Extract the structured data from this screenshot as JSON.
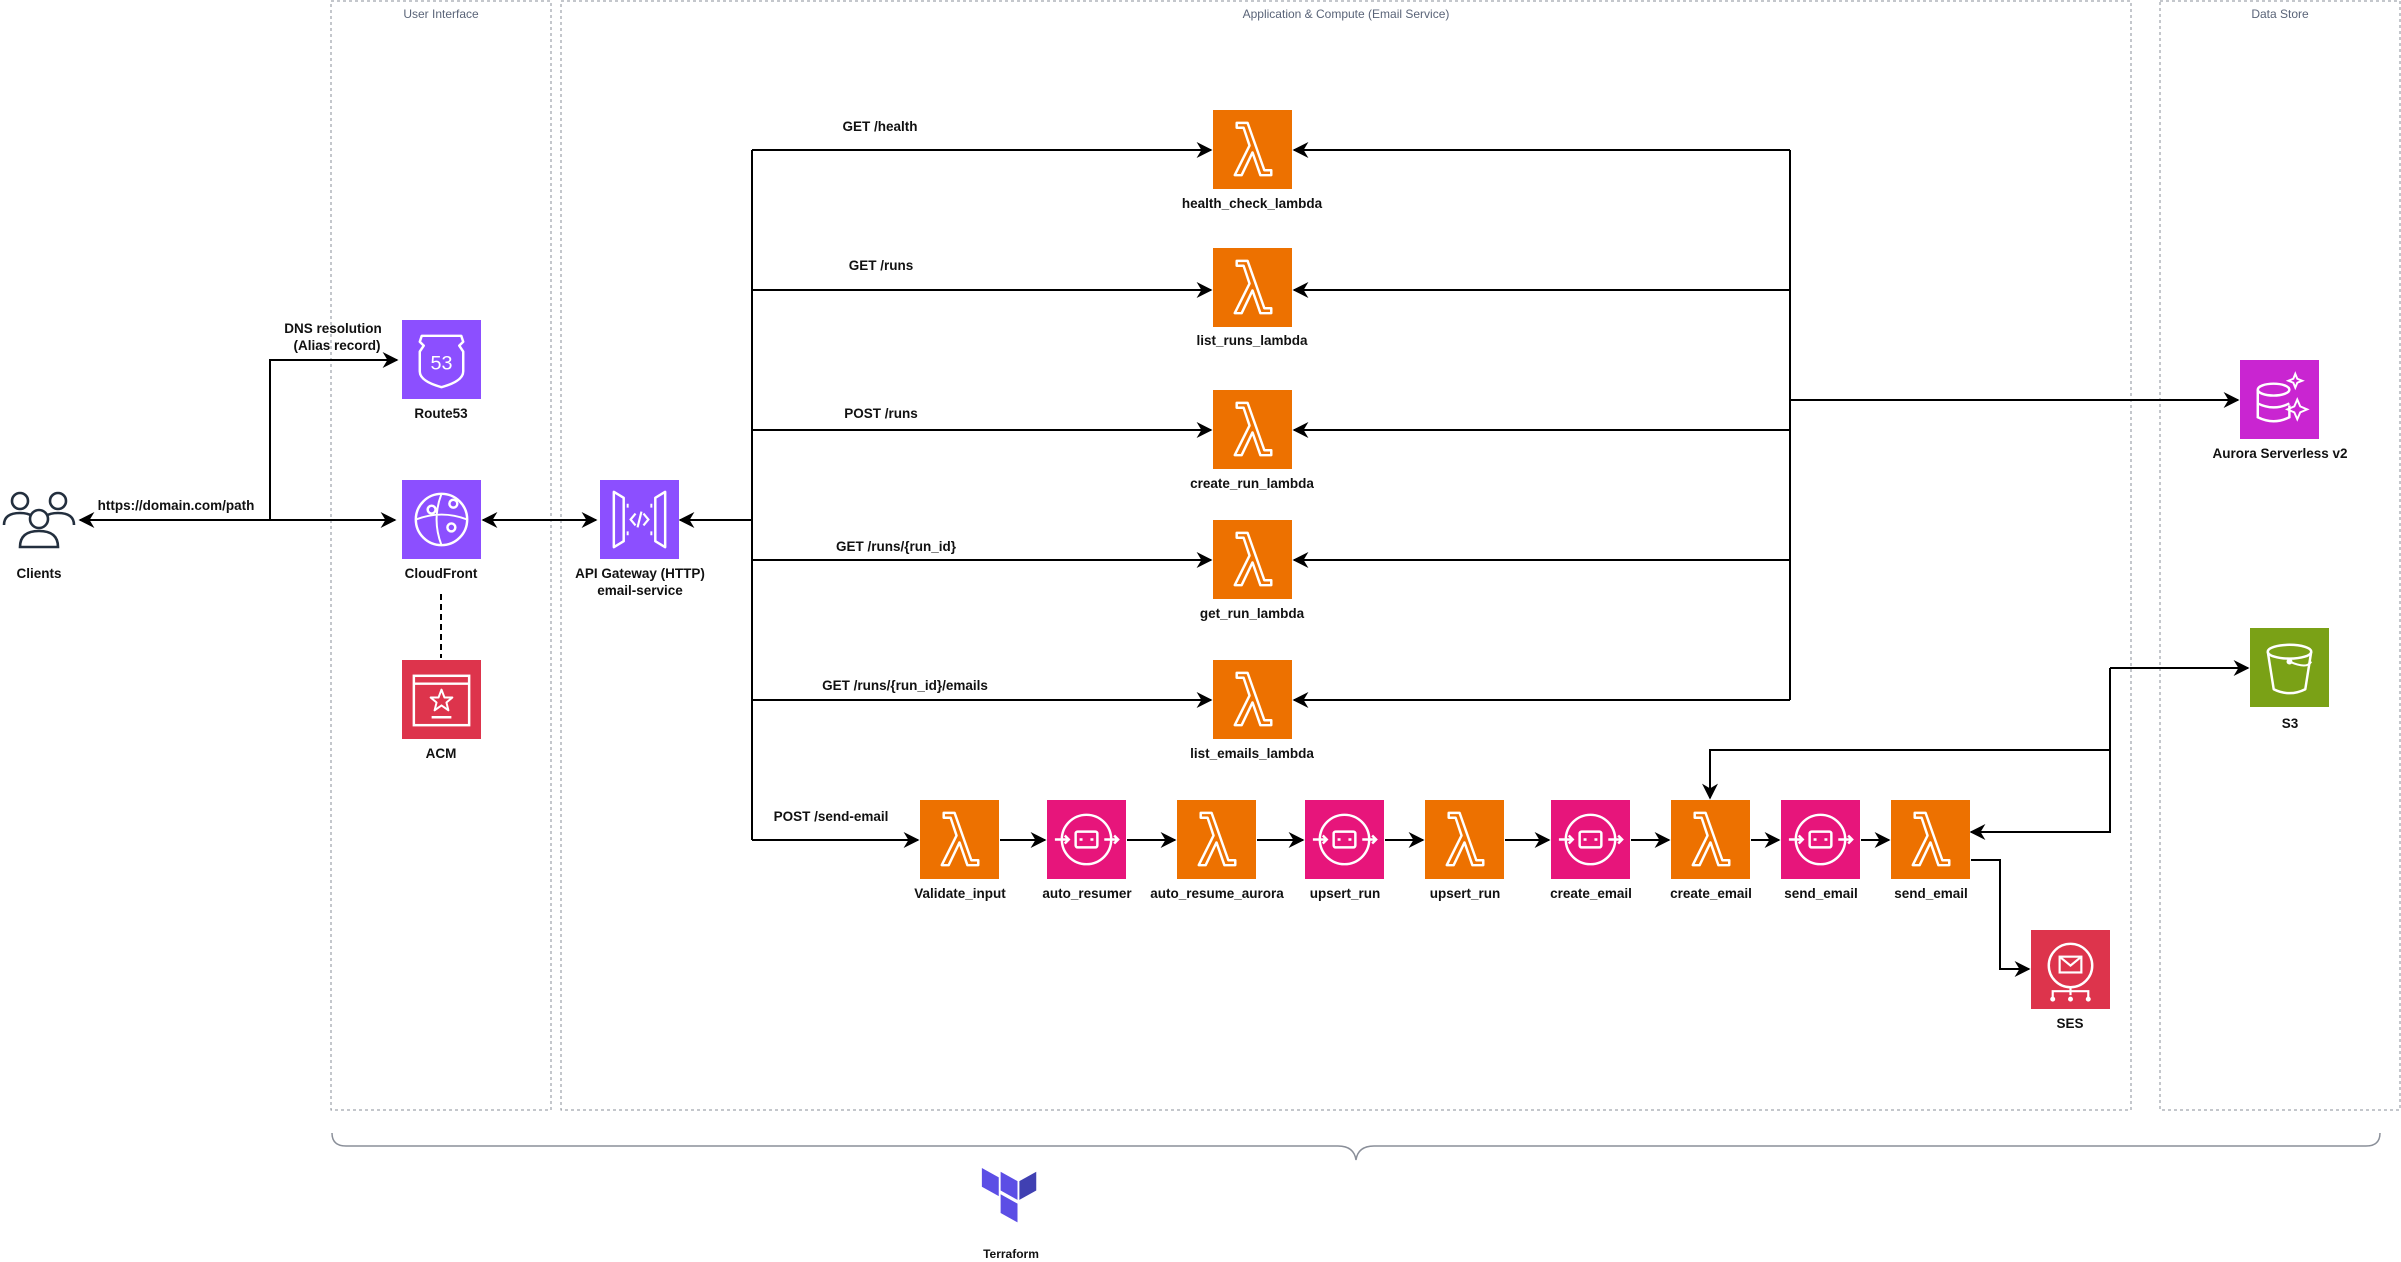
{
  "groups": {
    "user_interface": "User Interface",
    "application_compute": "Application & Compute (Email Service)",
    "data_store": "Data Store"
  },
  "nodes": {
    "clients": "Clients",
    "route53": "Route53",
    "cloudfront": "CloudFront",
    "acm": "ACM",
    "api_gateway_line1": "API Gateway (HTTP)",
    "api_gateway_line2": "email-service",
    "health_check_lambda": "health_check_lambda",
    "list_runs_lambda": "list_runs_lambda",
    "create_run_lambda": "create_run_lambda",
    "get_run_lambda": "get_run_lambda",
    "list_emails_lambda": "list_emails_lambda",
    "aurora": "Aurora Serverless v2",
    "s3": "S3",
    "ses": "SES",
    "terraform": "Terraform",
    "pipeline": {
      "validate_input": "Validate_input",
      "auto_resumer": "auto_resumer",
      "auto_resume_aurora": "auto_resume_aurora",
      "upsert_run_queue": "upsert_run",
      "upsert_run_lambda": "upsert_run",
      "create_email_queue": "create_email",
      "create_email_lambda": "create_email",
      "send_email_queue": "send_email",
      "send_email_lambda": "send_email"
    }
  },
  "edges": {
    "dns_resolution_line1": "DNS resolution",
    "dns_resolution_line2": "(Alias record)",
    "client_url": "https://domain.com/path",
    "get_health": "GET /health",
    "get_runs": "GET /runs",
    "post_runs": "POST /runs",
    "get_run_id": "GET /runs/{run_id}",
    "get_run_emails": "GET /runs/{run_id}/emails",
    "post_send_email": "POST /send-email"
  },
  "icons": {
    "lambda": "lambda-icon",
    "sqs": "sqs-queue-icon",
    "route53": "route53-icon",
    "cloudfront": "cloudfront-icon",
    "acm": "acm-certificate-icon",
    "api_gateway": "api-gateway-icon",
    "aurora": "aurora-icon",
    "s3": "s3-bucket-icon",
    "ses": "ses-icon",
    "clients": "users-icon",
    "terraform": "terraform-icon"
  },
  "colors": {
    "lambda": "#ED7100",
    "sqs": "#E7157B",
    "networking": "#8C4FFF",
    "security": "#DD344C",
    "database": "#C925D1",
    "storage": "#7AA116",
    "terraform": "#5C4EE5"
  }
}
